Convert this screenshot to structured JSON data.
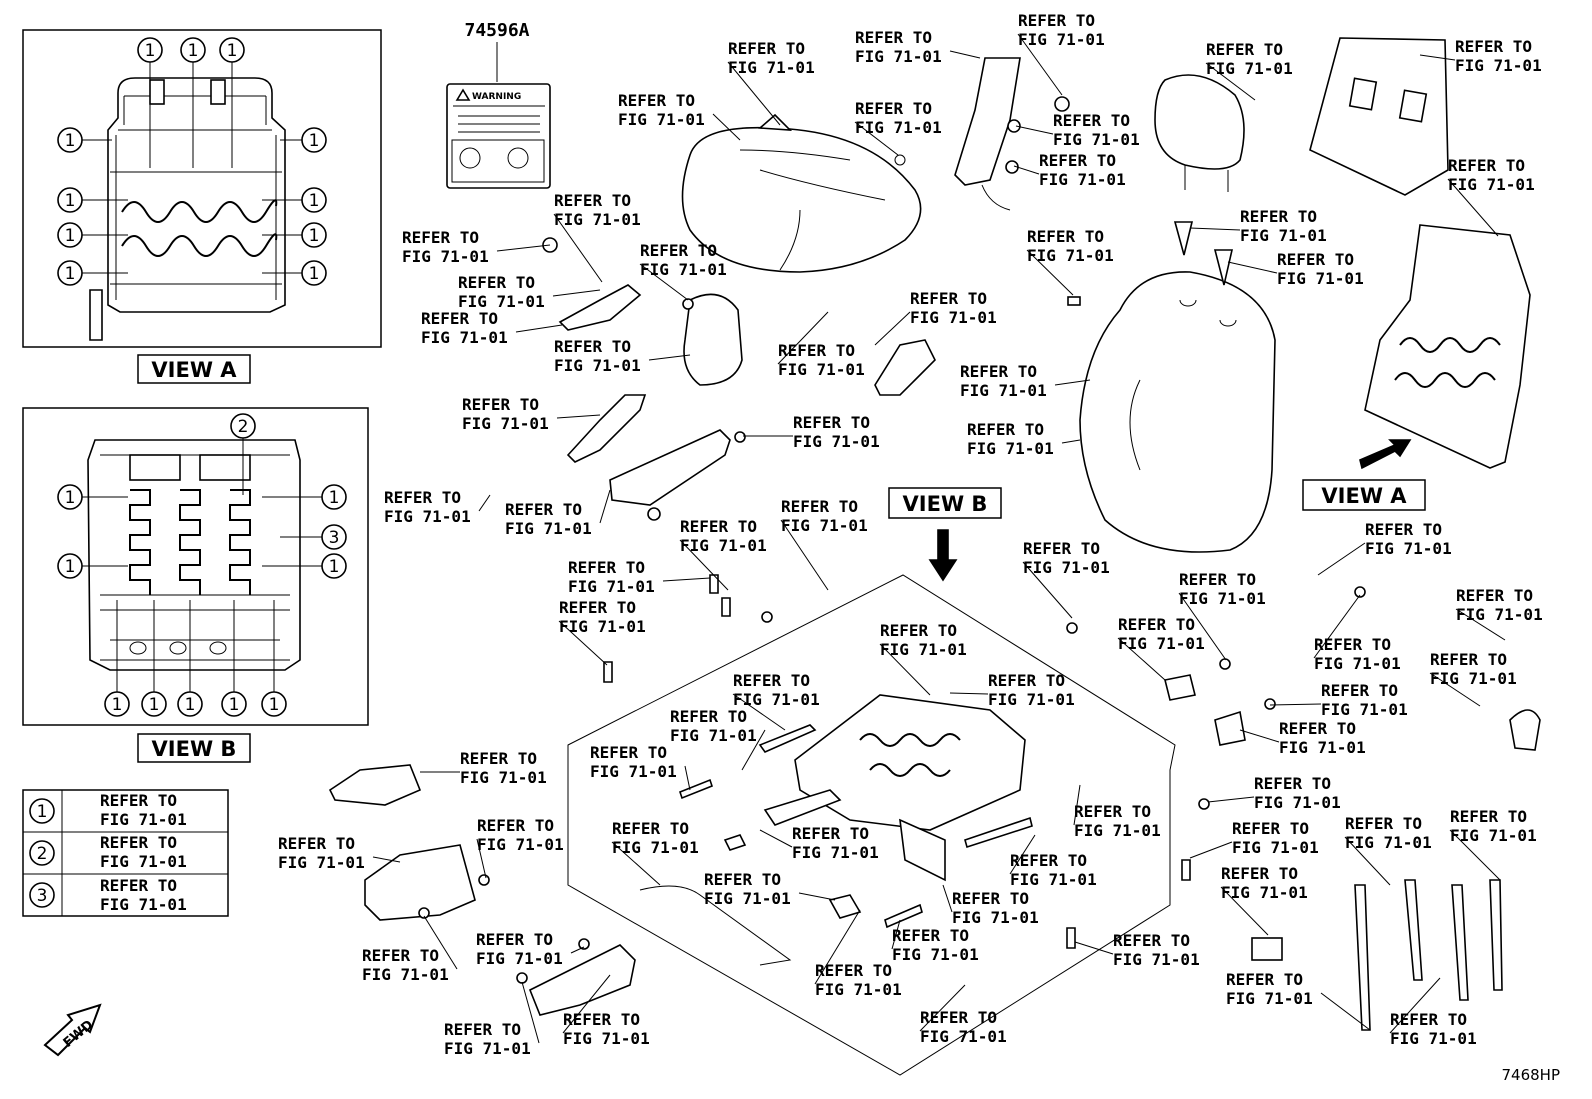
{
  "part_code": "74596A",
  "warning_label": "WARNING",
  "ref_text": [
    "REFER TO",
    "FIG 71-01"
  ],
  "views": {
    "view_a": "VIEW A",
    "view_b": "VIEW B"
  },
  "legend": [
    {
      "num": "1",
      "line1": "REFER TO",
      "line2": "FIG 71-01"
    },
    {
      "num": "2",
      "line1": "REFER TO",
      "line2": "FIG 71-01"
    },
    {
      "num": "3",
      "line1": "REFER TO",
      "line2": "FIG 71-01"
    }
  ],
  "fwd_label": "FWD",
  "drawing_code": "7468HP",
  "callout_numbers": [
    "1",
    "2",
    "3"
  ]
}
